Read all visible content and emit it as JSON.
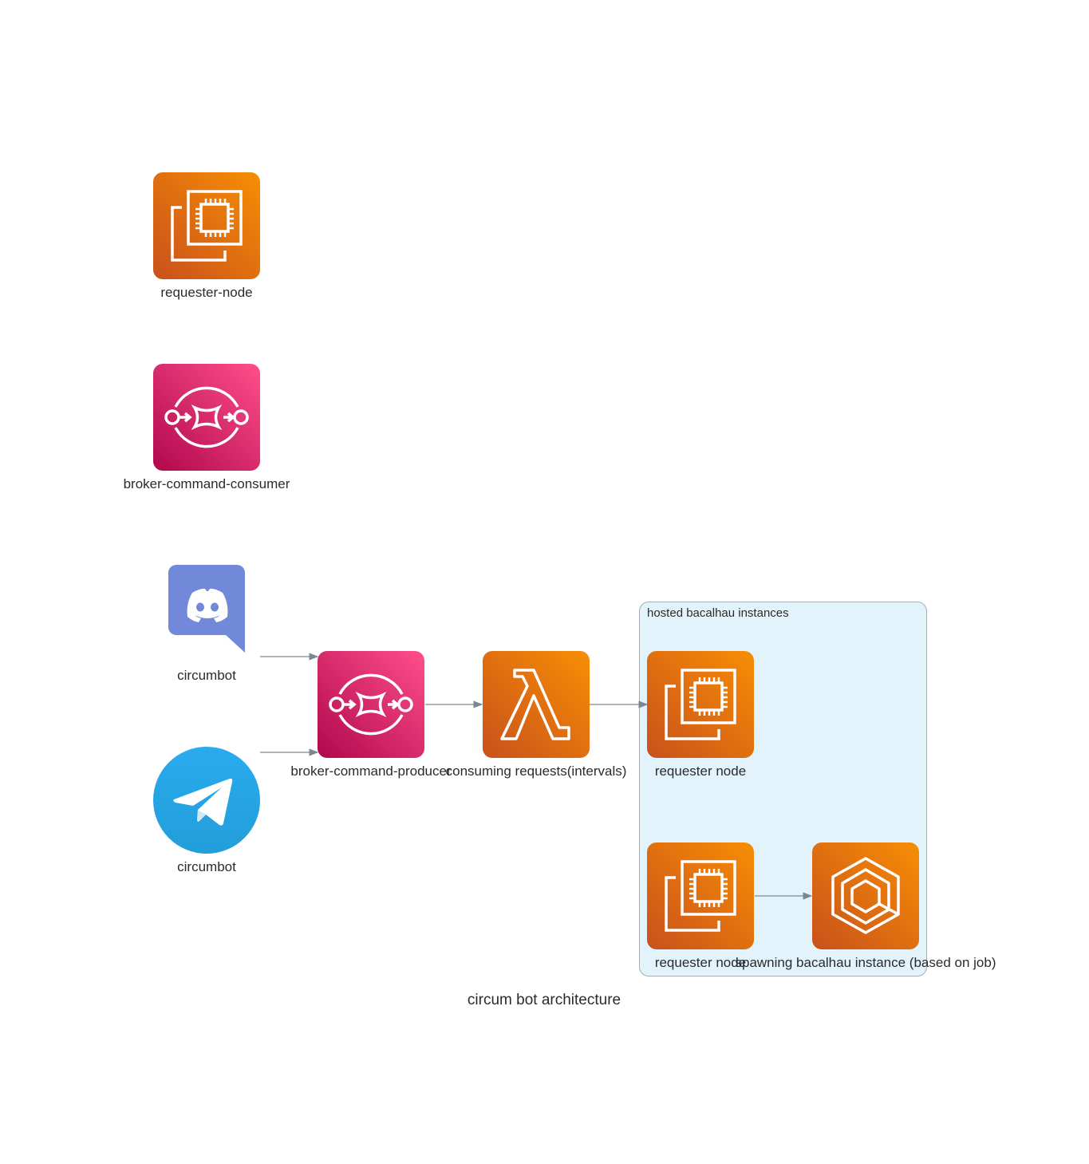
{
  "title": "circum bot architecture",
  "colors": {
    "ec2_gradient": [
      "#c8511b",
      "#f78e04"
    ],
    "sqs_gradient": [
      "#b0084d",
      "#ff4f8b"
    ],
    "discord": "#7289da",
    "telegram": "#2aa3df",
    "cluster_fill": "#e3f3fb",
    "cluster_border": "#9fb0bb",
    "edge": "#7b8894"
  },
  "nodes": {
    "requester_node_top": {
      "label": "requester-node",
      "icon": "aws-ec2-icon"
    },
    "broker_command_consumer": {
      "label": "broker-command-consumer",
      "icon": "aws-sqs-icon"
    },
    "circumbot_discord": {
      "label": "circumbot",
      "icon": "discord-icon"
    },
    "circumbot_telegram": {
      "label": "circumbot",
      "icon": "telegram-icon"
    },
    "broker_command_producer": {
      "label": "broker-command-producer",
      "icon": "aws-sqs-icon"
    },
    "consuming_requests": {
      "label": "consuming requests(intervals)",
      "icon": "aws-lambda-icon"
    },
    "requester_node_1": {
      "label": "requester node",
      "icon": "aws-ec2-icon"
    },
    "requester_node_2": {
      "label": "requester node",
      "icon": "aws-ec2-icon"
    },
    "spawning_instance": {
      "label": "spawning bacalhau instance (based on job)",
      "icon": "aws-ecs-icon"
    }
  },
  "cluster": {
    "label": "hosted bacalhau instances"
  },
  "edges": [
    {
      "from": "circumbot_discord",
      "to": "broker_command_producer"
    },
    {
      "from": "circumbot_telegram",
      "to": "broker_command_producer"
    },
    {
      "from": "broker_command_producer",
      "to": "consuming_requests"
    },
    {
      "from": "consuming_requests",
      "to": "requester_node_1"
    },
    {
      "from": "requester_node_2",
      "to": "spawning_instance"
    }
  ]
}
